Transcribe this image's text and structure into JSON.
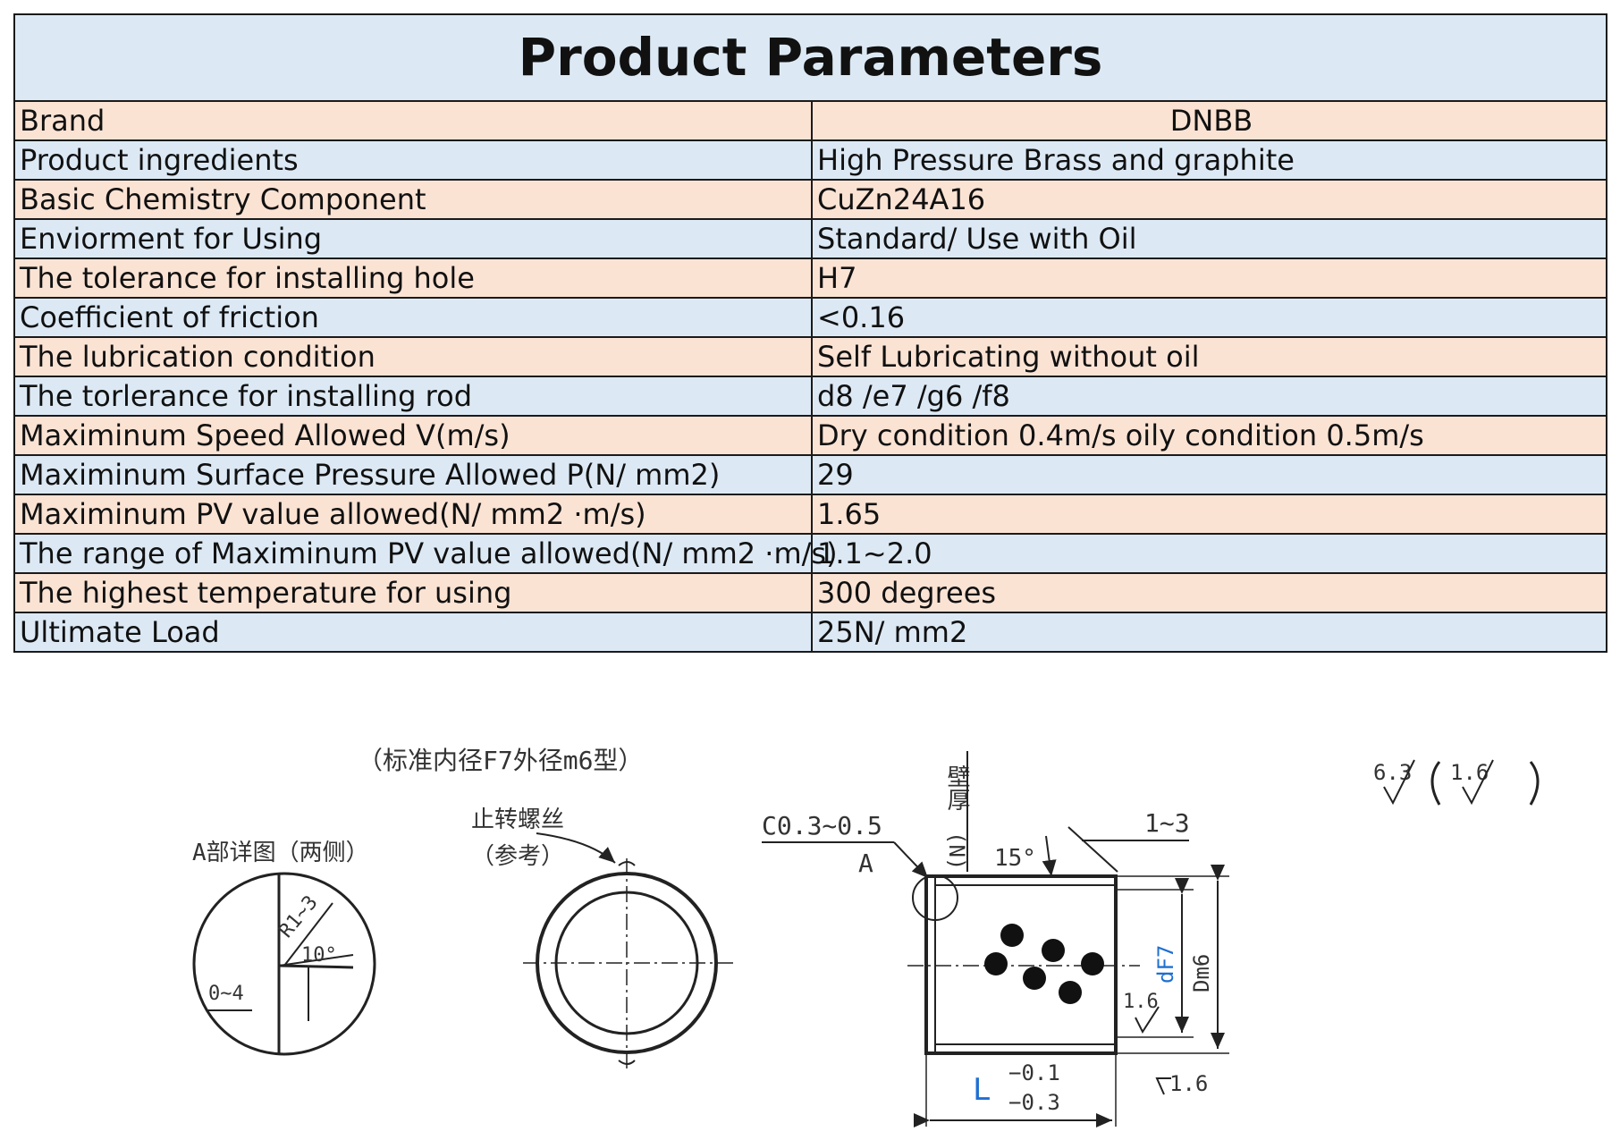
{
  "table": {
    "title": "Product Parameters",
    "rows": [
      {
        "label": "Brand",
        "value": "DNBB"
      },
      {
        "label": "Product ingredients",
        "value": "High Pressure Brass and graphite"
      },
      {
        "label": "Basic Chemistry Component",
        "value": "CuZn24A16"
      },
      {
        "label": "Enviorment for Using",
        "value": "Standard/ Use with Oil"
      },
      {
        "label": "The tolerance for installing hole",
        "value": "H7"
      },
      {
        "label": "Coefficient of friction",
        "value": "<0.16"
      },
      {
        "label": "The lubrication condition",
        "value": "Self Lubricating without oil"
      },
      {
        "label": "The torlerance for installing rod",
        "value": "d8 /e7 /g6 /f8"
      },
      {
        "label": "Maximinum Speed Allowed V(m/s)",
        "value": "Dry condition 0.4m/s oily condition 0.5m/s"
      },
      {
        "label": "Maximinum Surface Pressure Allowed P(N/ mm2)",
        "value": "29"
      },
      {
        "label": "Maximinum PV value allowed(N/ mm2 ·m/s)",
        "value": "1.65"
      },
      {
        "label": "The range of Maximinum PV value allowed(N/ mm2 ·m/s)",
        "value": "1.1~2.0"
      },
      {
        "label": "The highest temperature for using",
        "value": "300 degrees"
      },
      {
        "label": "Ultimate Load",
        "value": "25N/ mm2"
      }
    ]
  },
  "drawing": {
    "type_note": "（标准内径F7外径m6型）",
    "detail_a_title": "A部详图（两侧）",
    "detail_radius": "R1~3",
    "detail_angle": "10°",
    "detail_depth": "0~4",
    "anti_rotation_screw": "止转螺丝",
    "reference": "（参考）",
    "chamfer": "C0.3~0.5",
    "detail_marker": "A",
    "wall_thickness": "壁厚",
    "wall_thickness_symbol": "(N)",
    "angle_15": "15°",
    "length_1_3": "1~3",
    "inner_diameter": "dF7",
    "outer_diameter": "Dm6",
    "roughness_inner": "1.6",
    "roughness_outer": "1.6",
    "length_symbol": "L",
    "length_tol_upper": "−0.1",
    "length_tol_lower": "−0.3",
    "roughness_general": "6.3",
    "roughness_alt": "1.6",
    "accent_color": "#1f6fd1"
  }
}
